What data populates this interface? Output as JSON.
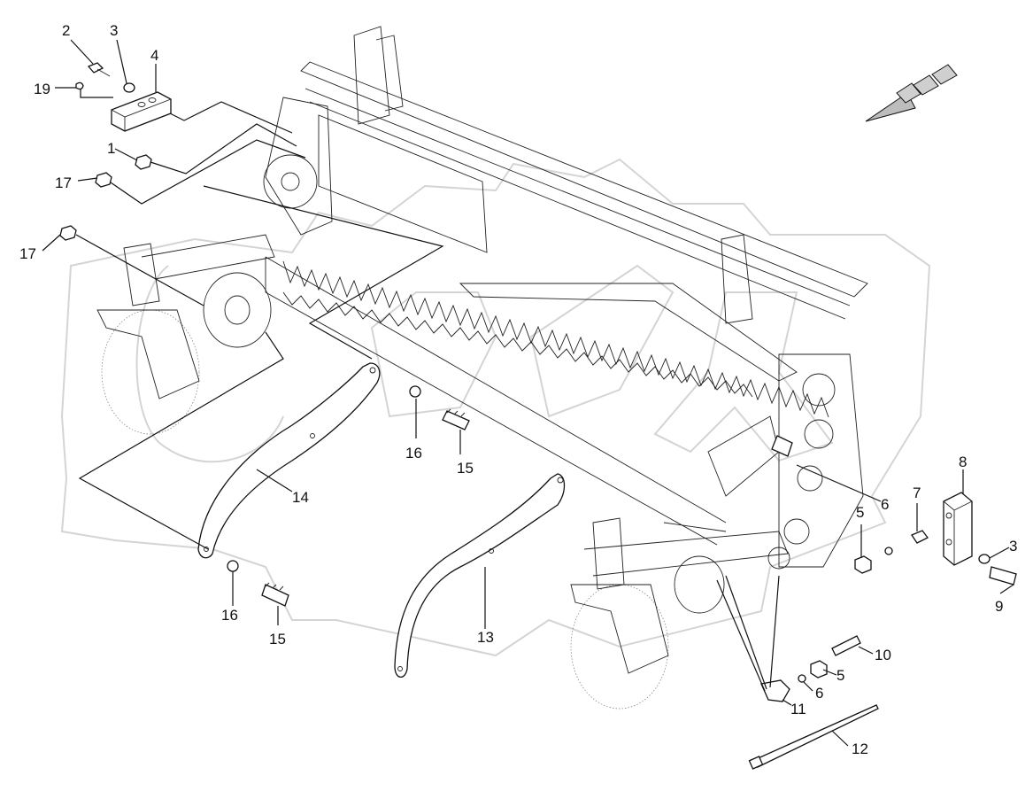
{
  "callouts": [
    {
      "id": "c2",
      "text": "2"
    },
    {
      "id": "c3a",
      "text": "3"
    },
    {
      "id": "c4",
      "text": "4"
    },
    {
      "id": "c19",
      "text": "19"
    },
    {
      "id": "c1",
      "text": "1"
    },
    {
      "id": "c17a",
      "text": "17"
    },
    {
      "id": "c17b",
      "text": "17"
    },
    {
      "id": "c16a",
      "text": "16"
    },
    {
      "id": "c15a",
      "text": "15"
    },
    {
      "id": "c14",
      "text": "14"
    },
    {
      "id": "c16b",
      "text": "16"
    },
    {
      "id": "c15b",
      "text": "15"
    },
    {
      "id": "c13",
      "text": "13"
    },
    {
      "id": "c6a",
      "text": "6"
    },
    {
      "id": "c8",
      "text": "8"
    },
    {
      "id": "c5a",
      "text": "5"
    },
    {
      "id": "c7",
      "text": "7"
    },
    {
      "id": "c3b",
      "text": "3"
    },
    {
      "id": "c9",
      "text": "9"
    },
    {
      "id": "c10",
      "text": "10"
    },
    {
      "id": "c5b",
      "text": "5"
    },
    {
      "id": "c6b",
      "text": "6"
    },
    {
      "id": "c11",
      "text": "11"
    },
    {
      "id": "c12",
      "text": "12"
    }
  ],
  "icons": {
    "direction": "direction-arrow-icon",
    "watermark": "watermark-logo-icon"
  },
  "colors": {
    "line": "#111111",
    "watermark": "#d4d4d4",
    "background": "#ffffff"
  }
}
